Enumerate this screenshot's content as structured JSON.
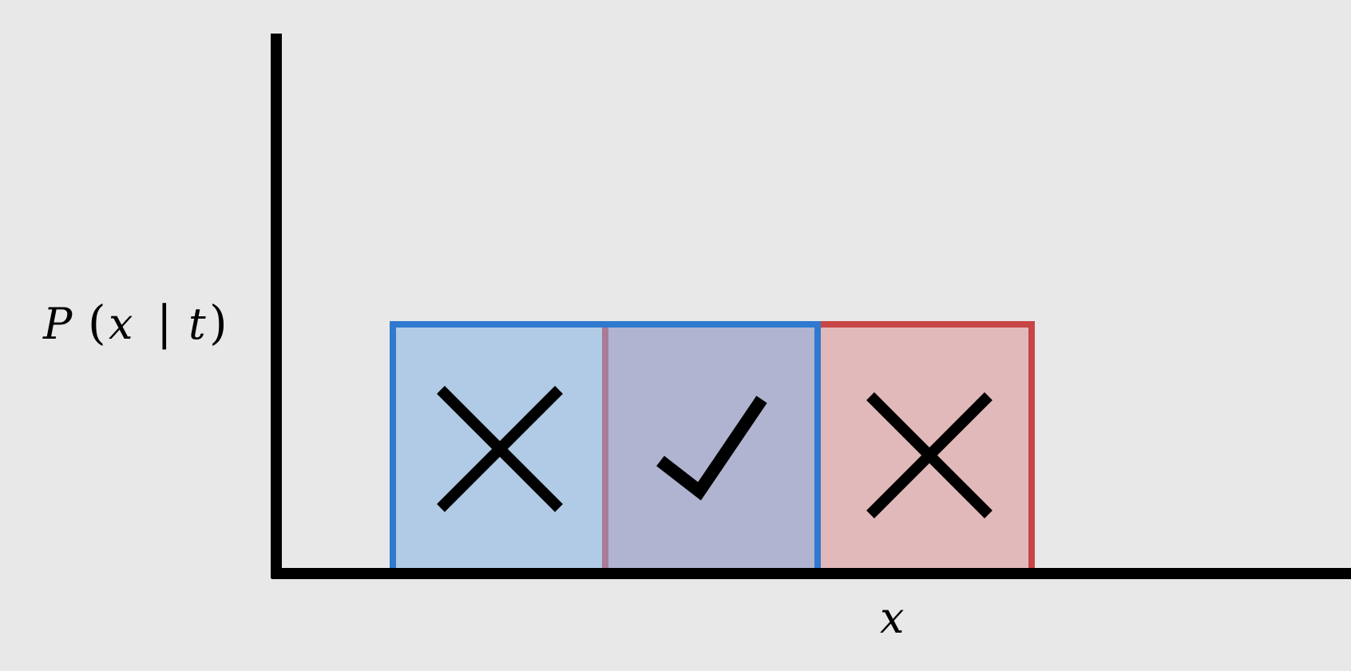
{
  "diagram": {
    "y_label": {
      "P": "P",
      "open_paren": "(",
      "x": "x",
      "bar": "|",
      "t": "t",
      "close_paren": ")"
    },
    "x_label": "x",
    "colors": {
      "background": "#e8e8e8",
      "axis": "#000000",
      "blue_edge": "#2f79cf",
      "blue_fill": "#b1cbe6",
      "red_edge": "#c74545",
      "red_fill": "#e2b9ba",
      "overlap_fill": "#b0b4d0",
      "overlap_edge": "#a87c95"
    },
    "distributions": [
      {
        "name": "blue",
        "range": [
          0,
          2
        ],
        "height": 1
      },
      {
        "name": "red",
        "range": [
          1,
          3
        ],
        "height": 1
      }
    ],
    "marks": [
      {
        "region": "blue-only",
        "icon": "cross-icon"
      },
      {
        "region": "overlap",
        "icon": "check-icon"
      },
      {
        "region": "red-only",
        "icon": "cross-icon"
      }
    ]
  }
}
